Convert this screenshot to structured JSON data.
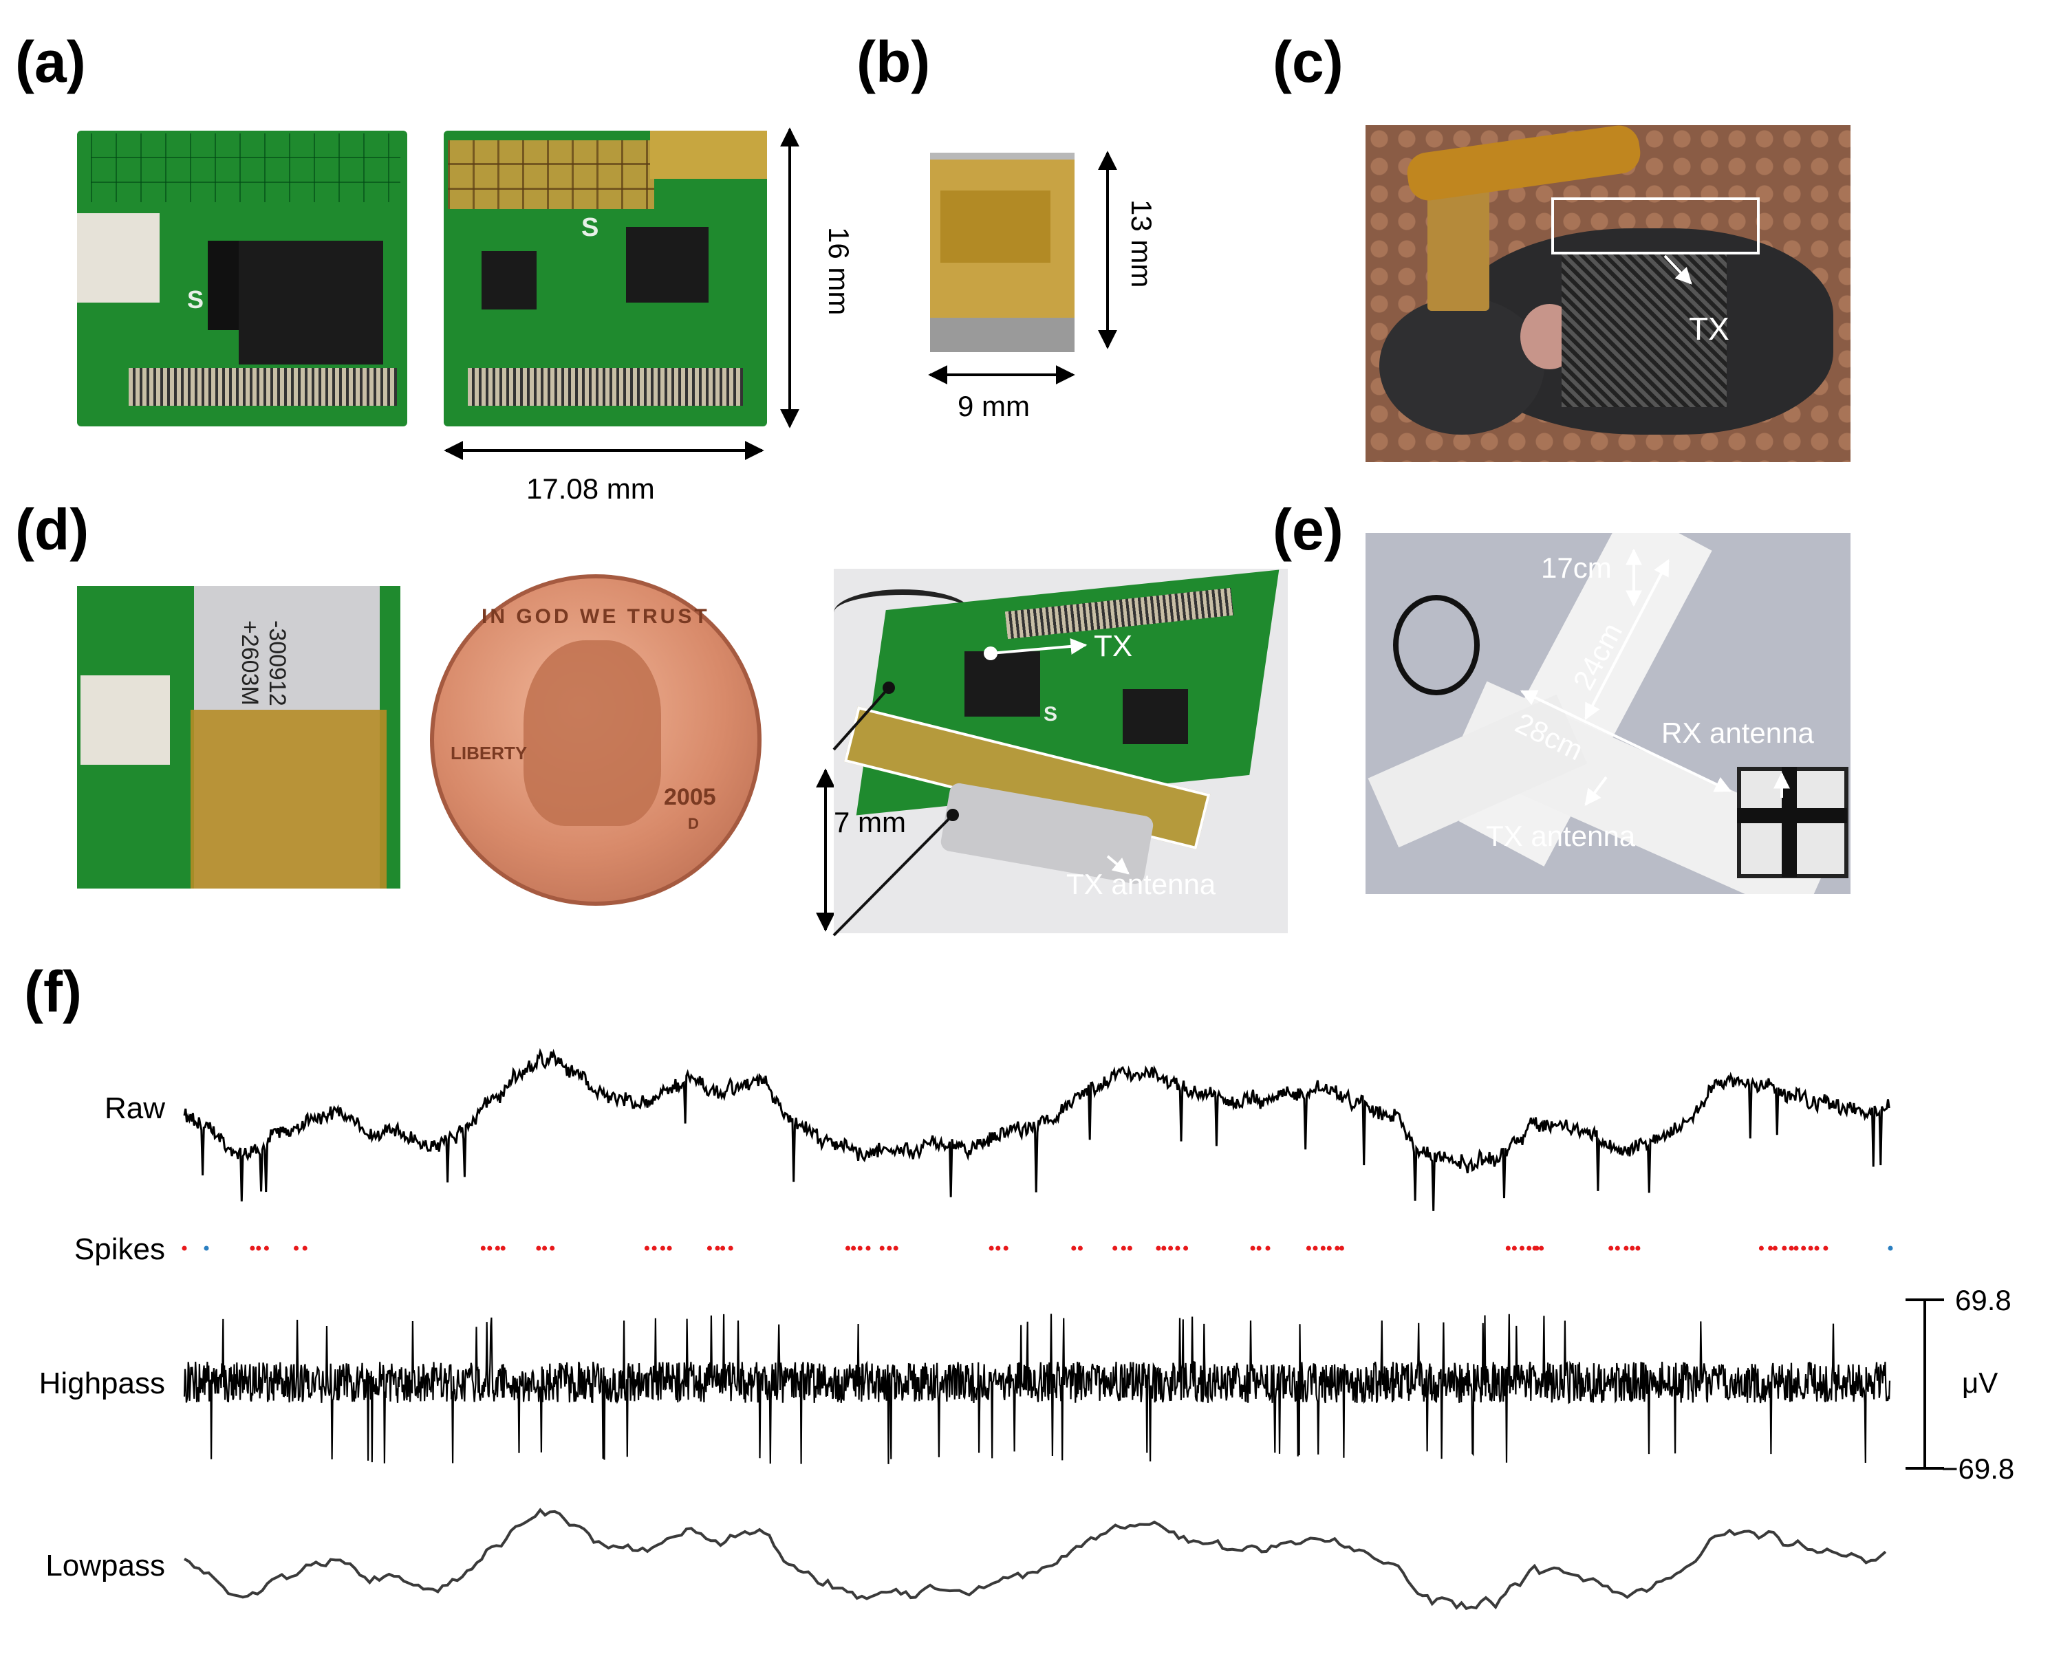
{
  "panels": {
    "a": {
      "label": "(a)",
      "dim_height": "16 mm",
      "dim_width": "17.08 mm",
      "pcb_marking": "S"
    },
    "b": {
      "label": "(b)",
      "dim_height": "13 mm",
      "dim_width": "9 mm"
    },
    "c": {
      "label": "(c)",
      "tx_label": "TX"
    },
    "d": {
      "label": "(d)",
      "coin_top_text": "IN GOD WE TRUST",
      "coin_liberty": "LIBERTY",
      "coin_year": "2005",
      "coin_mint": "D",
      "battery_text_1": "-300912",
      "battery_text_2": "+2603M",
      "tx_label": "TX",
      "dim_height": "7 mm",
      "tx_antenna_label": "TX antenna",
      "pcb_marking": "S"
    },
    "e": {
      "label": "(e)",
      "dim_17": "17cm",
      "dim_24": "24cm",
      "dim_28": "28cm",
      "rx_antenna_label": "RX antenna",
      "tx_antenna_label": "TX antenna"
    },
    "f": {
      "label": "(f)",
      "row_labels": {
        "raw": "Raw",
        "spikes": "Spikes",
        "highpass": "Highpass",
        "lowpass": "Lowpass"
      },
      "scale_top": "69.8",
      "scale_unit": "μV",
      "scale_bottom": "−69.8"
    }
  },
  "chart_data": {
    "type": "line",
    "title": "",
    "traces": [
      "Raw",
      "Spikes",
      "Highpass",
      "Lowpass"
    ],
    "highpass_scale": {
      "ylim": [
        -69.8,
        69.8
      ],
      "unit": "μV"
    },
    "spike_colors": {
      "primary": "#e8191b",
      "secondary": "#2a7fc1"
    }
  },
  "colors": {
    "pcb_green": "#1f8a2e",
    "kapton": "#c9a13a",
    "copper": "#c97e5c",
    "trace": "#000000",
    "lowpass_trace": "#3a3a3a"
  }
}
